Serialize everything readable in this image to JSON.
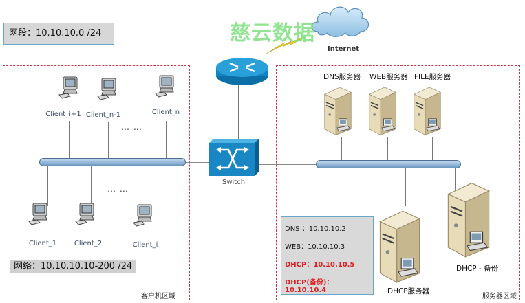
{
  "watermark": "慈云数据",
  "segment_box": {
    "label": "网段：10.10.10.0 /24"
  },
  "internet": {
    "label": "Internet"
  },
  "switch": {
    "label": "Switch"
  },
  "client_zone": {
    "title": "客户机区域",
    "network_label": "网络：10.10.10.10-200 /24",
    "top_clients": [
      "Client_i+1",
      "Client_n-1",
      "Client_n"
    ],
    "bottom_clients": [
      "Client_1",
      "Client_2",
      "Client_i"
    ],
    "ellipsis": "…  …"
  },
  "server_zone": {
    "title": "服务器区域",
    "top_servers": [
      "DNS服务器",
      "WEB服务器",
      "FILE服务器"
    ],
    "dhcp_server": "DHCP服务器",
    "dhcp_backup": "DHCP - 备份",
    "addresses": [
      {
        "text": "DNS ：10.10.10.2",
        "highlight": false
      },
      {
        "text": "WEB：10.10.10.3",
        "highlight": false
      },
      {
        "text": "DHCP：10.10.10.5",
        "highlight": true
      },
      {
        "text": "DHCP(备份)：10.10.10.4",
        "highlight": true
      }
    ]
  },
  "colors": {
    "zone_border": "#c23a4a",
    "highlight": "#e01b22",
    "device_blue": "#1f8fc8",
    "watermark": "#7fe07f"
  }
}
